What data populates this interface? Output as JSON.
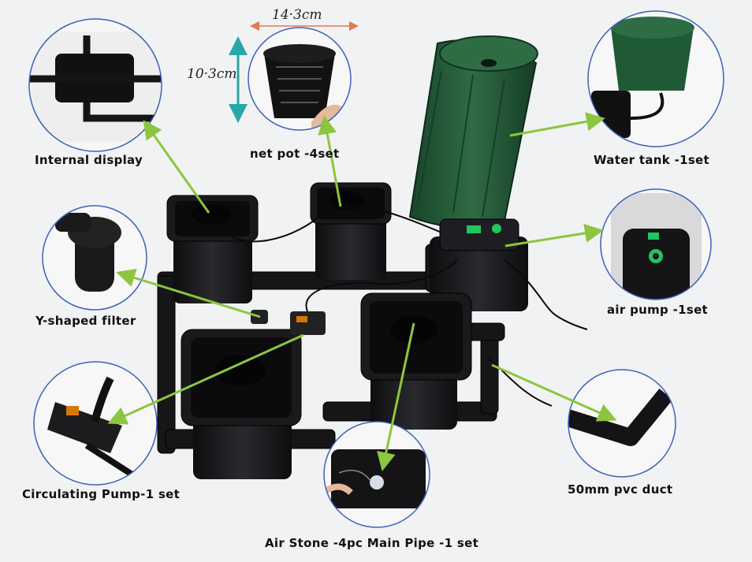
{
  "dimensions": {
    "width_label": "14·3cm",
    "height_label": "10·3cm"
  },
  "labels": {
    "internal_display": "Internal display",
    "net_pot": "net pot -4set",
    "water_tank": "Water tank -1set",
    "air_pump": "air pump -1set",
    "y_filter": "Y-shaped filter",
    "circulating_pump": "Circulating Pump-1 set",
    "pvc_duct": "50mm pvc duct",
    "air_stone": "Air Stone -4pc Main Pipe -1 set"
  },
  "colors": {
    "arrow": "#8cc63f",
    "circle_border": "#3a63b8",
    "dimension_arrow_h": "#e07b52",
    "dimension_arrow_v": "#2aa6a6",
    "tank_green": "#1f5a35",
    "led_green": "#22c55e"
  }
}
